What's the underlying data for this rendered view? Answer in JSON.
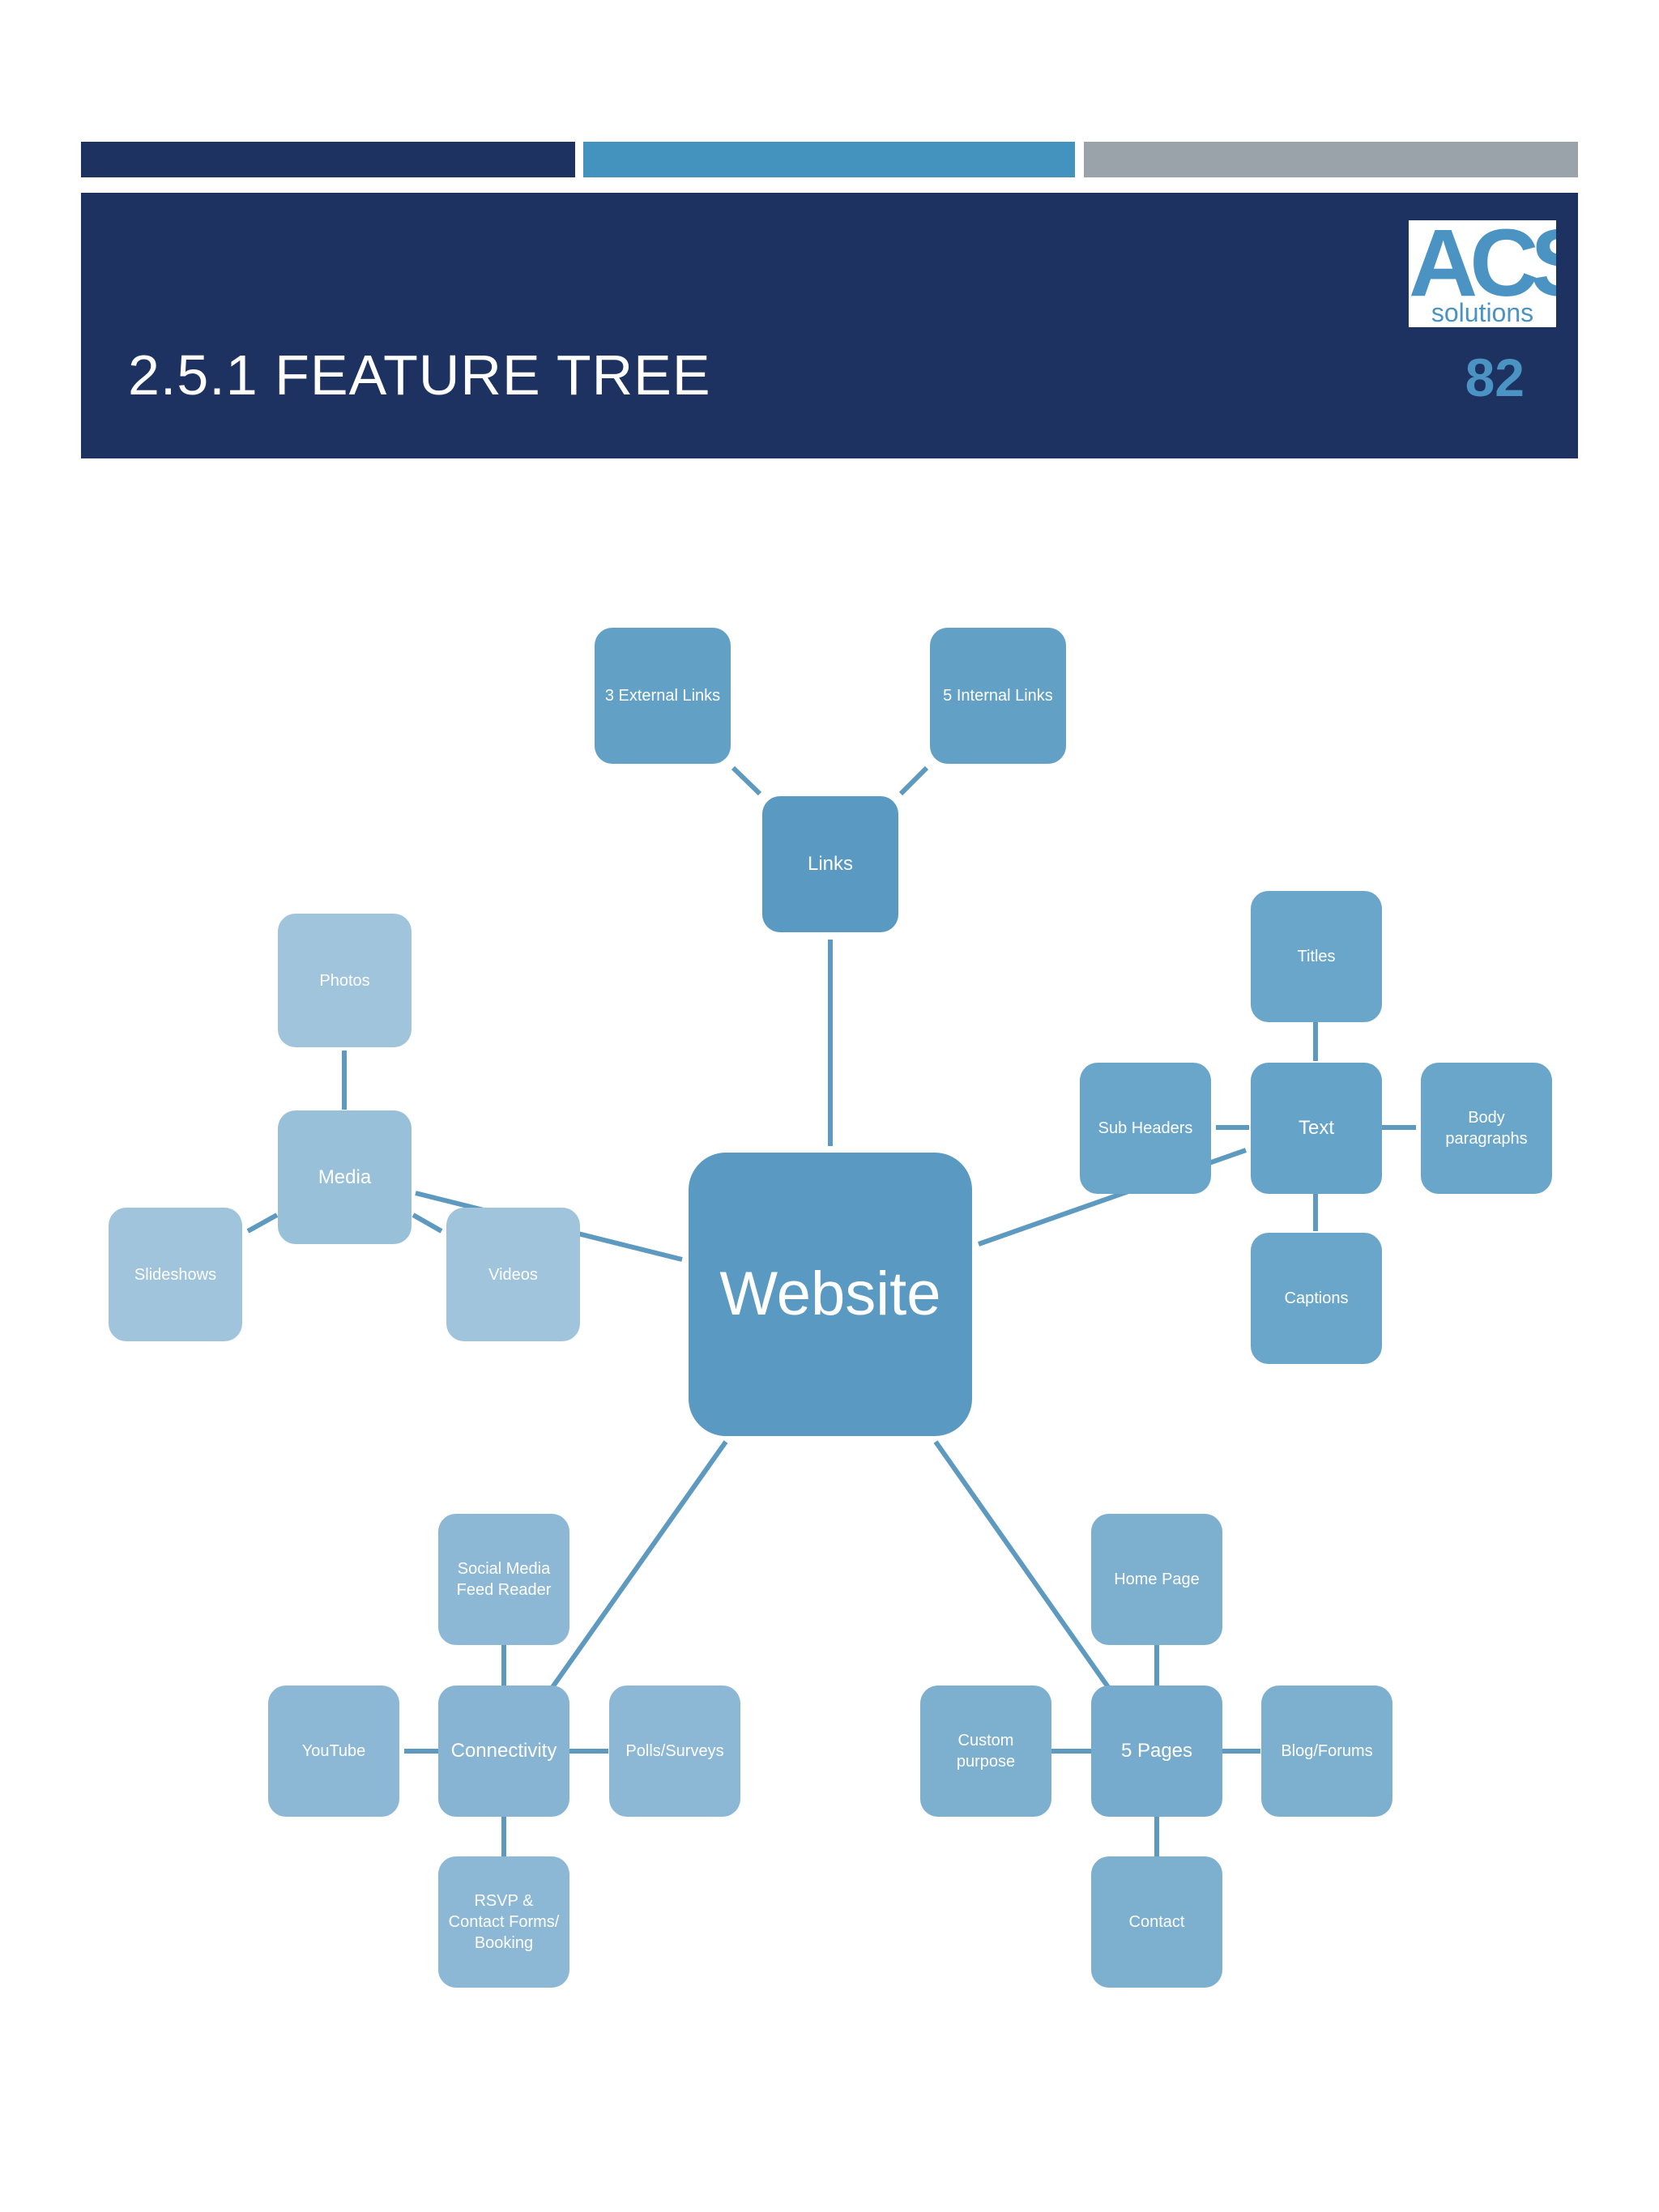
{
  "header": {
    "title": "2.5.1 FEATURE TREE",
    "page_number": "82",
    "logo_text": "ACS",
    "logo_subtext": "solutions"
  },
  "colors": {
    "header_bg": "#1d3260",
    "accent_blue": "#4493bf",
    "accent_gray": "#9aa3a9",
    "page_number": "#4a93c2"
  },
  "diagram": {
    "center": "Website",
    "branches": [
      {
        "label": "Links",
        "children": [
          "3 External Links",
          "5 Internal Links"
        ]
      },
      {
        "label": "Text",
        "children": [
          "Titles",
          "Sub Headers",
          "Body\nparagraphs",
          "Captions"
        ]
      },
      {
        "label": "Media",
        "children": [
          "Photos",
          "Slideshows",
          "Videos"
        ]
      },
      {
        "label": "Connectivity",
        "children": [
          "Social Media\nFeed Reader",
          "YouTube",
          "Polls/Surveys",
          "RSVP &\nContact Forms/\nBooking"
        ]
      },
      {
        "label": "5 Pages",
        "children": [
          "Home Page",
          "Custom\npurpose",
          "Blog/Forums",
          "Contact"
        ]
      }
    ]
  }
}
